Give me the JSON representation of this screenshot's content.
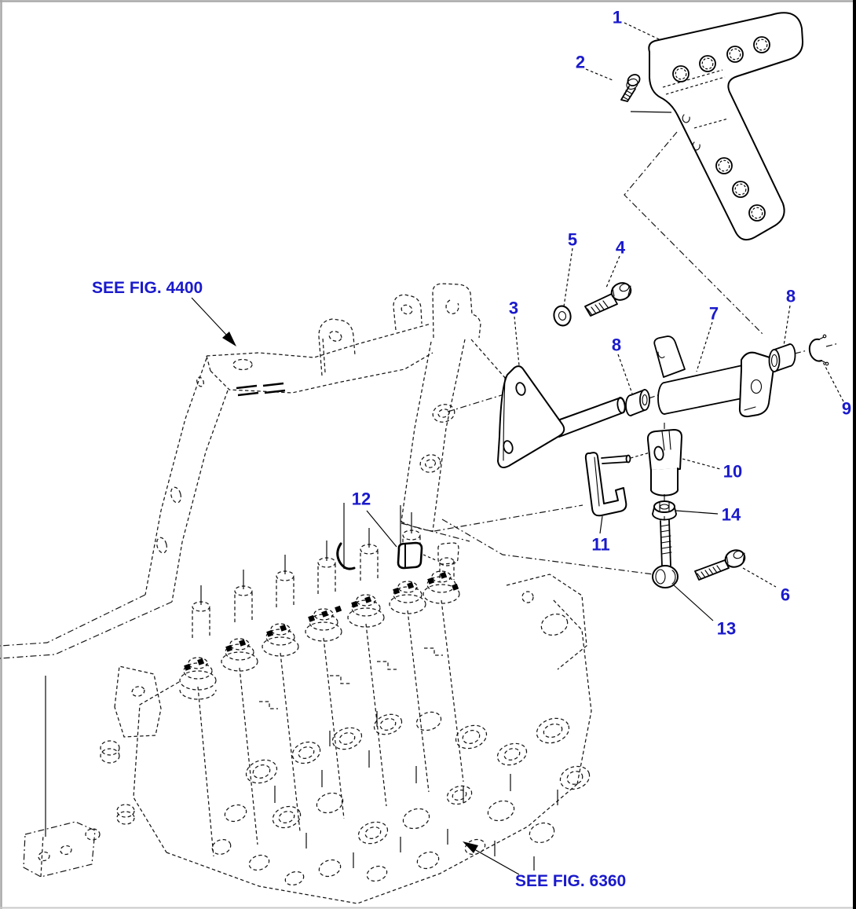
{
  "diagram": {
    "callouts": [
      {
        "ref": "1"
      },
      {
        "ref": "2"
      },
      {
        "ref": "3"
      },
      {
        "ref": "4"
      },
      {
        "ref": "5"
      },
      {
        "ref": "6"
      },
      {
        "ref": "7"
      },
      {
        "ref": "8"
      },
      {
        "ref": "8"
      },
      {
        "ref": "9"
      },
      {
        "ref": "10"
      },
      {
        "ref": "11"
      },
      {
        "ref": "12"
      },
      {
        "ref": "13"
      },
      {
        "ref": "14"
      }
    ],
    "references": [
      {
        "label": "SEE FIG. 4400"
      },
      {
        "label": "SEE FIG. 6360"
      }
    ],
    "colors": {
      "callout": "#1a1acc",
      "linework": "#000000",
      "background": "#ffffff",
      "frame_gray": "#a8a8a8",
      "frame_black": "#000000"
    },
    "icons": [
      {
        "name": "arrow-to-fig-4400"
      },
      {
        "name": "arrow-to-fig-6360"
      }
    ]
  }
}
